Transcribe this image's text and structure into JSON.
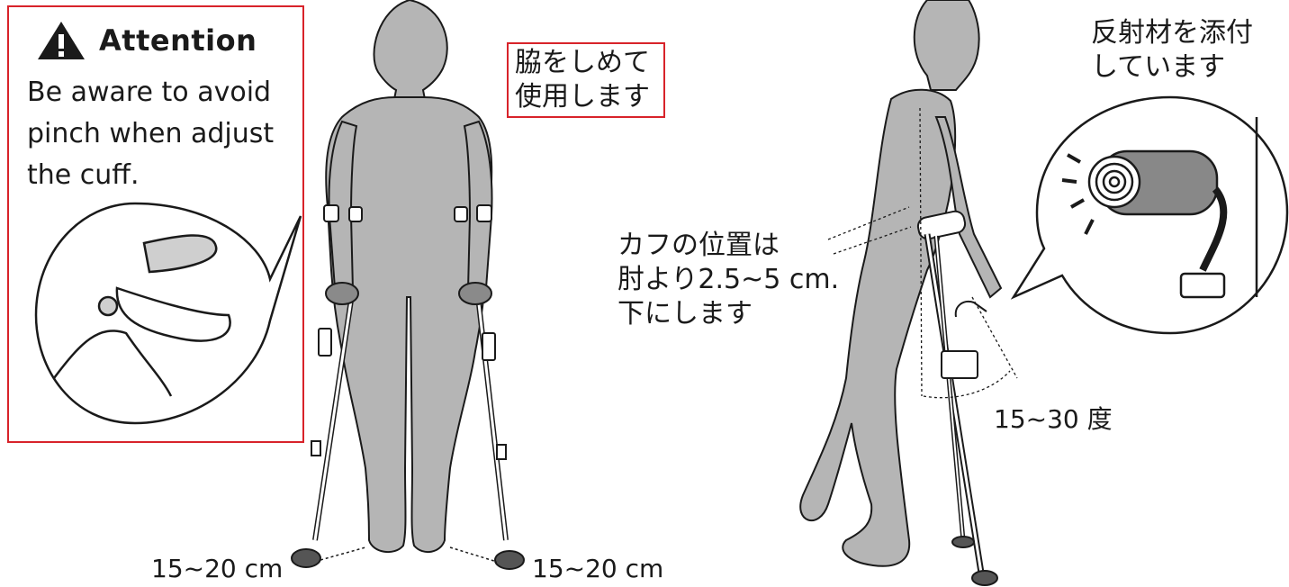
{
  "attention": {
    "title": "Attention",
    "lines": [
      "Be aware to avoid",
      "pinch when adjust",
      "the cuff."
    ],
    "icon": "warning-triangle-icon",
    "border_color": "#d8232a"
  },
  "labels": {
    "armpit": [
      "脇をしめて",
      "使用します"
    ],
    "reflector": [
      "反射材を添付",
      "しています"
    ],
    "cuff_position": [
      "カフの位置は",
      "肘より2.5~5 cm.",
      "下にします"
    ],
    "angle": "15~30 度",
    "distance_left": "15~20 cm",
    "distance_right": "15~20 cm"
  },
  "colors": {
    "figure": "#b5b5b5",
    "outline": "#1a1a1a",
    "highlight": "#d8232a"
  }
}
